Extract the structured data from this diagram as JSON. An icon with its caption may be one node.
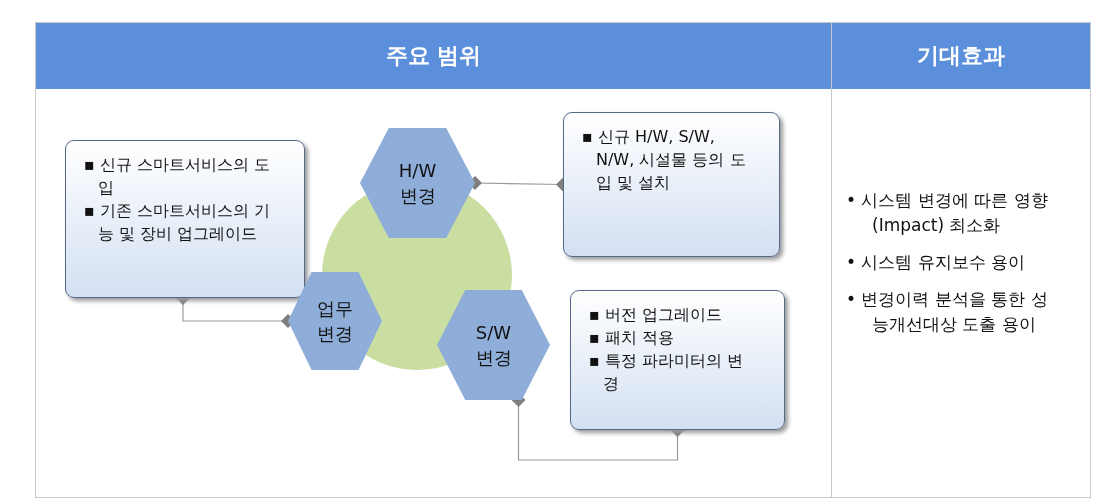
{
  "diagram": {
    "nodes": [
      {
        "text": [
          "주요 범위"
        ]
      },
      {
        "text": [
          "기대효과"
        ]
      },
      {
        "text": [
          "▪ 신규 스마트서비스의 도입",
          "▪ 기존 스마트서비스의 기능 및 장비 업그레이드"
        ]
      },
      {
        "text": [
          "H/W 변경"
        ]
      },
      {
        "text": [
          "▪ 신규 H/W, S/W, N/W, 시설물 등의 도입 및 설치"
        ]
      },
      {
        "text": [
          "업무 변경"
        ]
      },
      {
        "text": [
          "S/W 변경"
        ]
      },
      {
        "text": [
          "▪ 버전 업그레이드",
          "▪ 패치 적용",
          "▪ 특정 파라미터의 변경"
        ]
      }
    ],
    "edges": [
      {
        "from": 3,
        "to": 4,
        "arrow": "other"
      },
      {
        "from": 2,
        "to": 5,
        "arrow": "other"
      },
      {
        "from": 6,
        "to": 7,
        "arrow": "other"
      }
    ],
    "labels": [
      "•  시스템 변경에 따른 영향(Impact) 최소화",
      "•  시스템 유지보수 용이",
      "•  변경이력 분석을 통한 성능개선대상 도출 용이"
    ]
  }
}
